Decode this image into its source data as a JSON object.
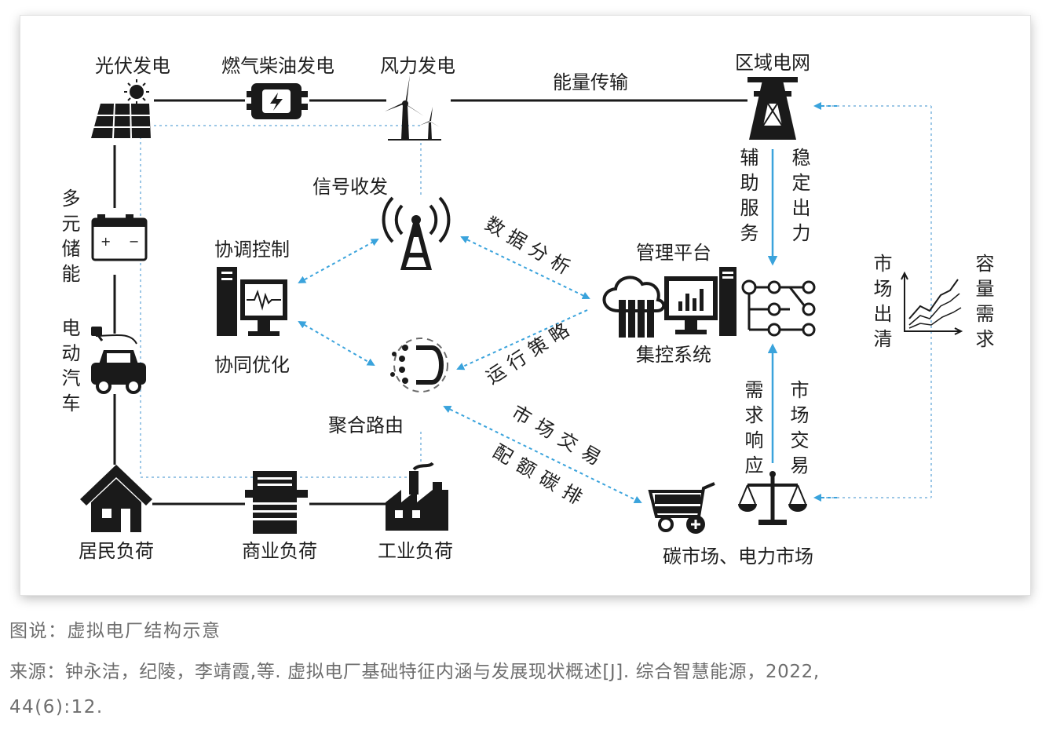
{
  "labels": {
    "pv": "光伏发电",
    "gas": "燃气柴油发电",
    "wind": "风力发电",
    "transmission": "能量传输",
    "grid": "区域电网",
    "aux_service": "辅助服务",
    "stable_output": "稳定出力",
    "storage": "多元储能",
    "ev": "电动汽车",
    "signal": "信号收发",
    "coord_control": "协调控制",
    "coord_optimize": "协同优化",
    "data_analysis": "数据分析",
    "operation_strategy": "运行策略",
    "mgmt_platform": "管理平台",
    "central_control": "集控系统",
    "aggregation_routing": "聚合路由",
    "market_trading": "市场交易",
    "quota_carbon": "配额碳排",
    "demand_response": "需求响应",
    "market_trade_v": "市场交易",
    "market_clearing": "市场出清",
    "capacity_demand": "容量需求",
    "residential": "居民负荷",
    "commercial": "商业负荷",
    "industrial": "工业负荷",
    "markets": "碳市场、电力市场"
  },
  "caption": {
    "title": "图说：虚拟电厂结构示意",
    "source_line1": "来源：钟永洁，纪陵，李靖霞,等. 虚拟电厂基础特征内涵与发展现状概述[J]. 综合智慧能源，2022,",
    "source_line2": "44(6):12."
  },
  "colors": {
    "accent": "#3aa3dc",
    "dark": "#1a1a1a",
    "frame_border": "#e2e2e2",
    "caption_text": "#6e6e6e"
  }
}
